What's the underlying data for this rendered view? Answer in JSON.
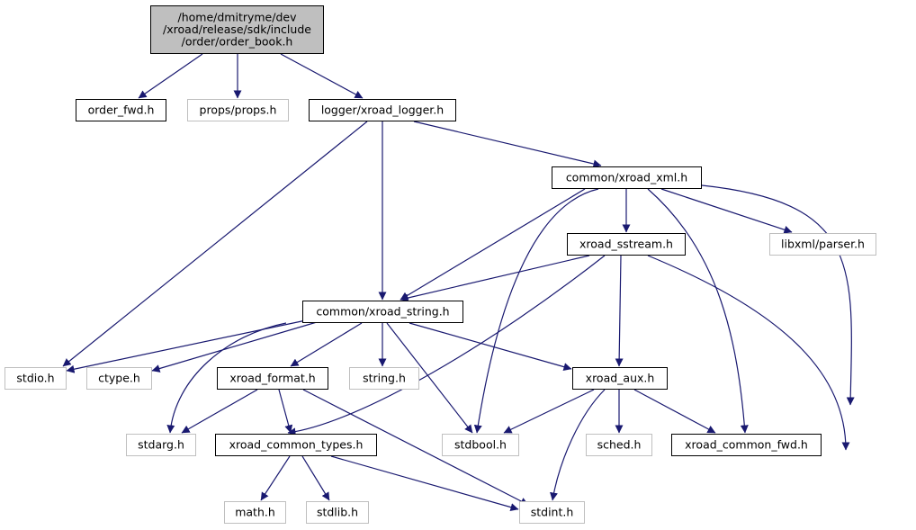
{
  "colors": {
    "root_fill": "#bfbfbf",
    "box_stroke": "#000000",
    "external_stroke": "#bfbfbf",
    "edge": "#191970",
    "text": "#000000"
  },
  "nodes": [
    {
      "id": "root",
      "lines": [
        "/home/dmitryme/dev",
        "/xroad/release/sdk/include",
        "/order/order_book.h"
      ],
      "kind": "root"
    },
    {
      "id": "order_fwd",
      "lines": [
        "order_fwd.h"
      ],
      "kind": "internal"
    },
    {
      "id": "props",
      "lines": [
        "props/props.h"
      ],
      "kind": "external"
    },
    {
      "id": "logger",
      "lines": [
        "logger/xroad_logger.h"
      ],
      "kind": "internal"
    },
    {
      "id": "xml",
      "lines": [
        "common/xroad_xml.h"
      ],
      "kind": "internal"
    },
    {
      "id": "sstream",
      "lines": [
        "xroad_sstream.h"
      ],
      "kind": "internal"
    },
    {
      "id": "libxml",
      "lines": [
        "libxml/parser.h"
      ],
      "kind": "external"
    },
    {
      "id": "string",
      "lines": [
        "common/xroad_string.h"
      ],
      "kind": "internal"
    },
    {
      "id": "stdio",
      "lines": [
        "stdio.h"
      ],
      "kind": "external"
    },
    {
      "id": "ctype",
      "lines": [
        "ctype.h"
      ],
      "kind": "external"
    },
    {
      "id": "format",
      "lines": [
        "xroad_format.h"
      ],
      "kind": "internal"
    },
    {
      "id": "stringh",
      "lines": [
        "string.h"
      ],
      "kind": "external"
    },
    {
      "id": "aux",
      "lines": [
        "xroad_aux.h"
      ],
      "kind": "internal"
    },
    {
      "id": "stdarg",
      "lines": [
        "stdarg.h"
      ],
      "kind": "external"
    },
    {
      "id": "types",
      "lines": [
        "xroad_common_types.h"
      ],
      "kind": "internal"
    },
    {
      "id": "stdbool",
      "lines": [
        "stdbool.h"
      ],
      "kind": "external"
    },
    {
      "id": "sched",
      "lines": [
        "sched.h"
      ],
      "kind": "external"
    },
    {
      "id": "cfwd",
      "lines": [
        "xroad_common_fwd.h"
      ],
      "kind": "internal"
    },
    {
      "id": "math",
      "lines": [
        "math.h"
      ],
      "kind": "external"
    },
    {
      "id": "stdlib",
      "lines": [
        "stdlib.h"
      ],
      "kind": "external"
    },
    {
      "id": "stdint",
      "lines": [
        "stdint.h"
      ],
      "kind": "external"
    }
  ],
  "edges": [
    [
      "root",
      "order_fwd"
    ],
    [
      "root",
      "props"
    ],
    [
      "root",
      "logger"
    ],
    [
      "logger",
      "stdio"
    ],
    [
      "logger",
      "string"
    ],
    [
      "logger",
      "xml"
    ],
    [
      "xml",
      "string"
    ],
    [
      "xml",
      "sstream"
    ],
    [
      "xml",
      "stdbool"
    ],
    [
      "xml",
      "libxml"
    ],
    [
      "xml",
      "cfwd"
    ],
    [
      "xml",
      "stdint"
    ],
    [
      "sstream",
      "string"
    ],
    [
      "sstream",
      "types"
    ],
    [
      "sstream",
      "aux"
    ],
    [
      "sstream",
      "stdint"
    ],
    [
      "string",
      "stdio"
    ],
    [
      "string",
      "ctype"
    ],
    [
      "string",
      "stdarg"
    ],
    [
      "string",
      "format"
    ],
    [
      "string",
      "stringh"
    ],
    [
      "string",
      "stdbool"
    ],
    [
      "string",
      "aux"
    ],
    [
      "format",
      "stdarg"
    ],
    [
      "format",
      "types"
    ],
    [
      "format",
      "stdint"
    ],
    [
      "aux",
      "stdbool"
    ],
    [
      "aux",
      "stdint"
    ],
    [
      "aux",
      "sched"
    ],
    [
      "aux",
      "cfwd"
    ],
    [
      "types",
      "math"
    ],
    [
      "types",
      "stdlib"
    ],
    [
      "types",
      "stdint"
    ]
  ]
}
